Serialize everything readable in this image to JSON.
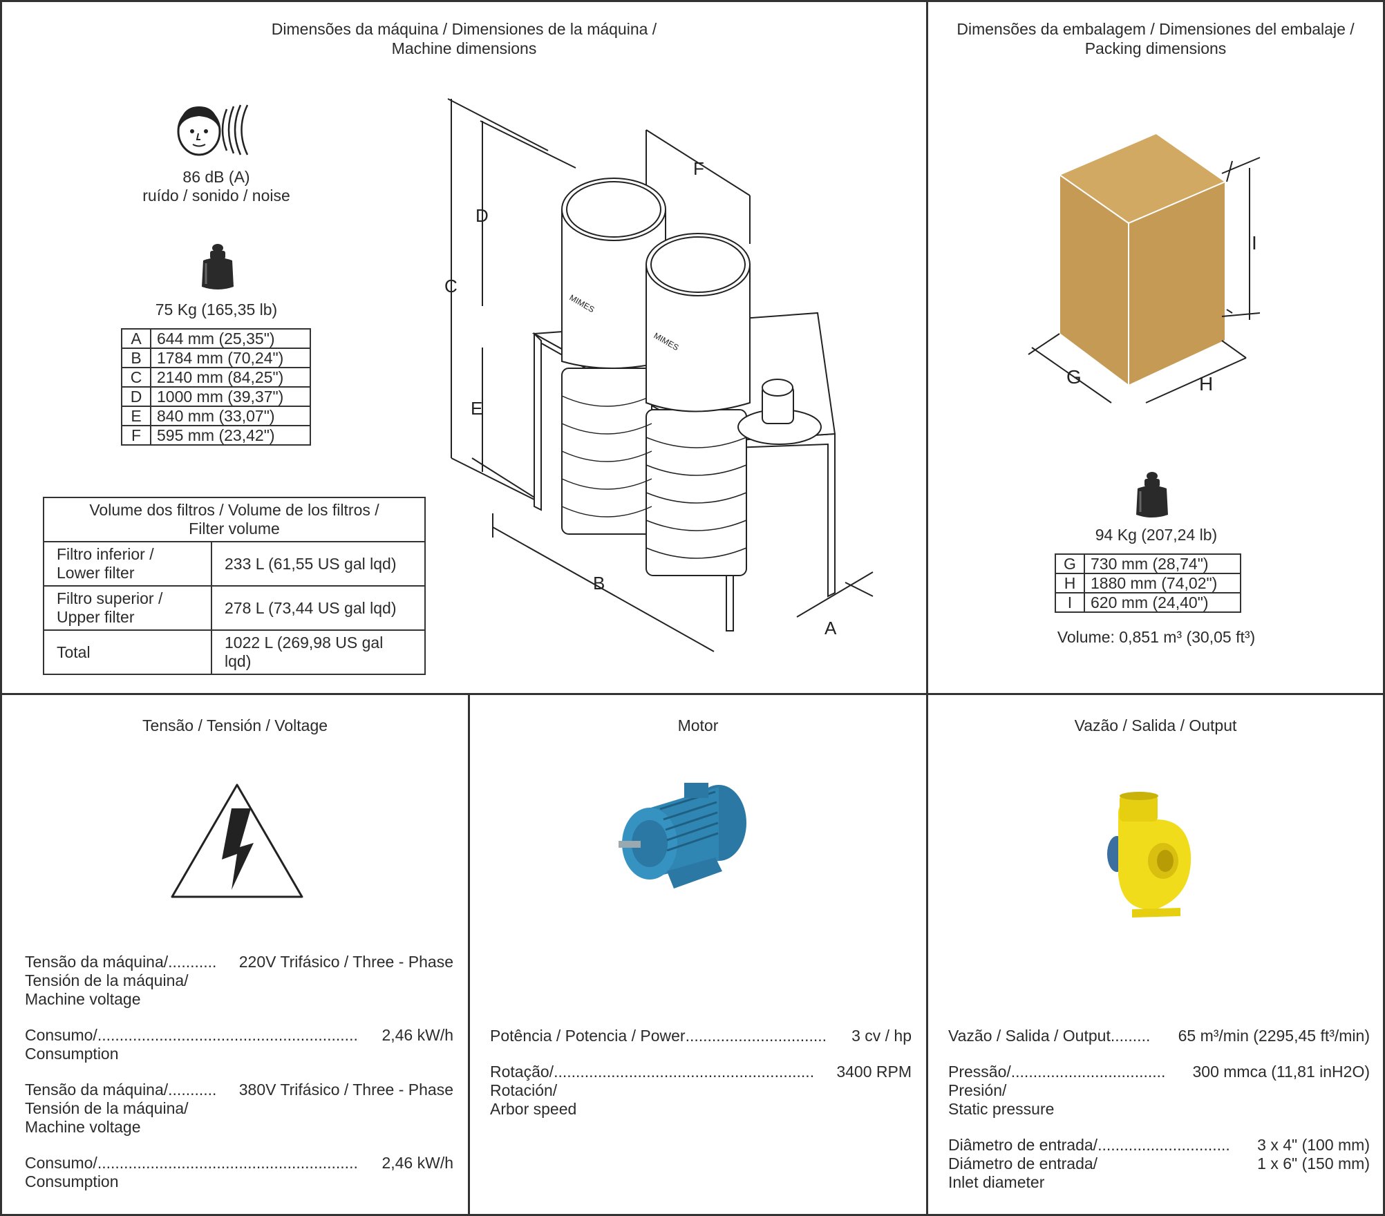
{
  "machine_dims": {
    "title_line1": "Dimensões da máquina / Dimensiones de la máquina /",
    "title_line2": "Machine dimensions",
    "noise_value": "86 dB (A)",
    "noise_label": "ruído / sonido / noise",
    "weight": "75 Kg (165,35 lb)",
    "dimensions": [
      {
        "key": "A",
        "value": "644 mm (25,35\")"
      },
      {
        "key": "B",
        "value": "1784 mm (70,24\")"
      },
      {
        "key": "C",
        "value": "2140 mm (84,25\")"
      },
      {
        "key": "D",
        "value": "1000 mm (39,37\")"
      },
      {
        "key": "E",
        "value": "840 mm (33,07\")"
      },
      {
        "key": "F",
        "value": "595 mm (23,42\")"
      }
    ],
    "filter_table": {
      "header_line1": "Volume dos filtros / Volume de los filtros /",
      "header_line2": "Filter volume",
      "rows": [
        {
          "label_line1": "Filtro inferior /",
          "label_line2": "Lower filter",
          "value": "233 L (61,55 US gal lqd)"
        },
        {
          "label_line1": "Filtro superior /",
          "label_line2": "Upper filter",
          "value": "278 L (73,44 US gal lqd)"
        },
        {
          "label_line1": "Total",
          "label_line2": "",
          "value": "1022 L (269,98 US gal lqd)"
        }
      ]
    },
    "drawing_labels": {
      "a": "A",
      "b": "B",
      "c": "C",
      "d": "D",
      "e": "E",
      "f": "F"
    },
    "brand": "MIMES"
  },
  "packing_dims": {
    "title_line1": "Dimensões da embalagem / Dimensiones del embalaje /",
    "title_line2": "Packing dimensions",
    "weight": "94 Kg (207,24 lb)",
    "dimensions": [
      {
        "key": "G",
        "value": "730 mm (28,74\")"
      },
      {
        "key": "H",
        "value": "1880 mm (74,02\")"
      },
      {
        "key": "I",
        "value": "620 mm (24,40\")"
      }
    ],
    "volume": "Volume: 0,851 m³ (30,05 ft³)",
    "drawing_labels": {
      "g": "G",
      "h": "H",
      "i": "I"
    },
    "box_color": "#c49a55"
  },
  "voltage": {
    "title": "Tensão / Tensión / Voltage",
    "specs": [
      {
        "lines": [
          "Tensão da máquina/",
          "Tensión de la máquina/",
          "Machine voltage"
        ],
        "dots": "...........",
        "value": "220V Trifásico / Three - Phase"
      },
      {
        "lines": [
          "Consumo/",
          "Consumption"
        ],
        "dots": "...........................................................",
        "value": "2,46 kW/h"
      },
      {
        "lines": [
          "Tensão da máquina/",
          "Tensión de la máquina/",
          "Machine voltage"
        ],
        "dots": "...........",
        "value": "380V Trifásico / Three - Phase"
      },
      {
        "lines": [
          "Consumo/",
          "Consumption"
        ],
        "dots": "...........................................................",
        "value": "2,46 kW/h"
      }
    ]
  },
  "motor": {
    "title": "Motor",
    "specs": [
      {
        "lines": [
          "Potência / Potencia / Power"
        ],
        "dots": "................................",
        "value": "3 cv / hp"
      },
      {
        "lines": [
          "Rotação/",
          "Rotación/",
          "Arbor speed"
        ],
        "dots": "...........................................................",
        "value": "3400 RPM"
      }
    ],
    "motor_color": "#2f86b3"
  },
  "output": {
    "title": "Vazão / Salida / Output",
    "specs": [
      {
        "lines": [
          "Vazão / Salida / Output"
        ],
        "dots": ".........",
        "value": "65 m³/min (2295,45 ft³/min)"
      },
      {
        "lines": [
          "Pressão/",
          "Presión/",
          "Static pressure"
        ],
        "dots": "...................................",
        "value": "300 mmca (11,81 inH2O)"
      },
      {
        "lines": [
          "Diâmetro de entrada/",
          "Diámetro de entrada/",
          "Inlet diameter"
        ],
        "dots": "..............................",
        "value": "3 x 4\" (100 mm)",
        "value2": "1 x 6\" (150 mm)"
      }
    ],
    "pump_color": "#f0dc1a"
  }
}
